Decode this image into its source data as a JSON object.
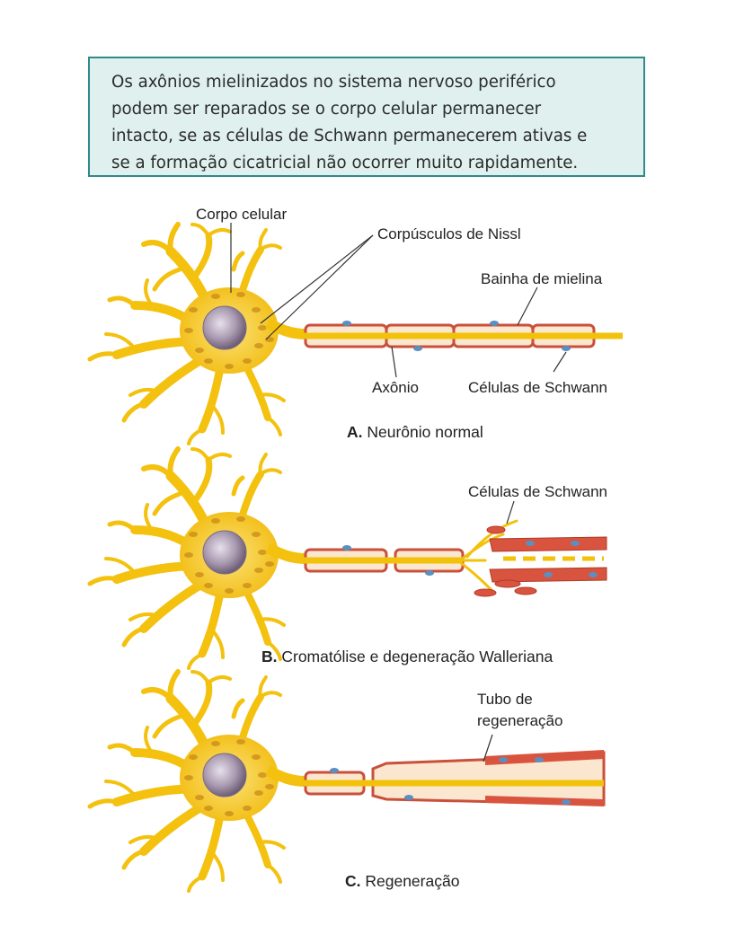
{
  "callout": {
    "lines": [
      "Os axônios mielinizados no sistema nervoso periférico",
      "podem ser reparados se o corpo celular permanecer",
      "intacto, se as células de Schwann permanecerem ativas e",
      "se a formação cicatricial não ocorrer muito rapidamente."
    ]
  },
  "panels": {
    "a": {
      "labels": {
        "corpo_celular": "Corpo celular",
        "nissl": "Corpúsculos de Nissl",
        "bainha": "Bainha de mielina",
        "axonio": "Axônio",
        "schwann": "Células de Schwann"
      },
      "caption_letter": "A.",
      "caption_text": " Neurônio normal"
    },
    "b": {
      "labels": {
        "schwann": "Células de Schwann"
      },
      "caption_letter": "B.",
      "caption_text": " Cromatólise e degeneração Walleriana"
    },
    "c": {
      "labels": {
        "tubo_1": "Tubo de",
        "tubo_2": "regeneração"
      },
      "caption_letter": "C.",
      "caption_text": " Regeneração"
    }
  },
  "colors": {
    "callout_border": "#2f8a8a",
    "callout_fill": "#dff0ef",
    "neuron": "#f5c400",
    "myelin": "#c9503a",
    "nucleus": "#9a8fa3"
  }
}
